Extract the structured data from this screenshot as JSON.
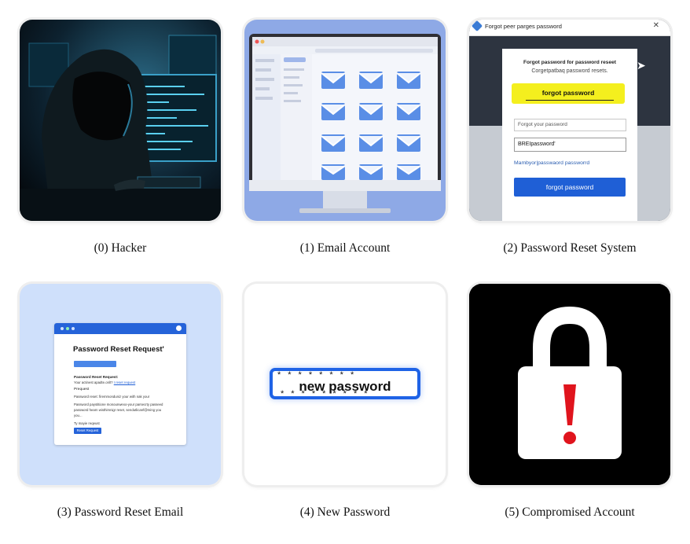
{
  "panels": [
    {
      "caption": "(0) Hacker"
    },
    {
      "caption": "(1) Email Account"
    },
    {
      "caption": "(2) Password Reset System",
      "window_title": "Forgot peer parges password",
      "heading": "Forgot password for password reseet",
      "subheading": "Corgetpatbaq password resets.",
      "highlight_label": "forgot password",
      "input1_placeholder": "Forgot your password",
      "input2_value": "BREIpassword'",
      "link_text": "Mambyor|passwaord passworrd",
      "button_label": "forgot password"
    },
    {
      "caption": "(3) Password Reset Email",
      "title": "Password Reset Request'",
      "section_label": "Password Reset Request:",
      "line1": "Your actinest apadte.onlt?",
      "link": "I reset request",
      "request_label": "Prequest",
      "body1": "Password reset: firemmonduniz your with nak your",
      "body2": "Password paystitione monounwexo-your parsecrty passeed",
      "body3": "password hearn wisthimnigr reset, sendutlicanf@ming you",
      "body4": "you...",
      "footer": "Ty mayie reqeust",
      "button_label": "Reset Request"
    },
    {
      "caption": "(4) New Password",
      "field_text": "new password"
    },
    {
      "caption": "(5) Compromised Account"
    }
  ]
}
